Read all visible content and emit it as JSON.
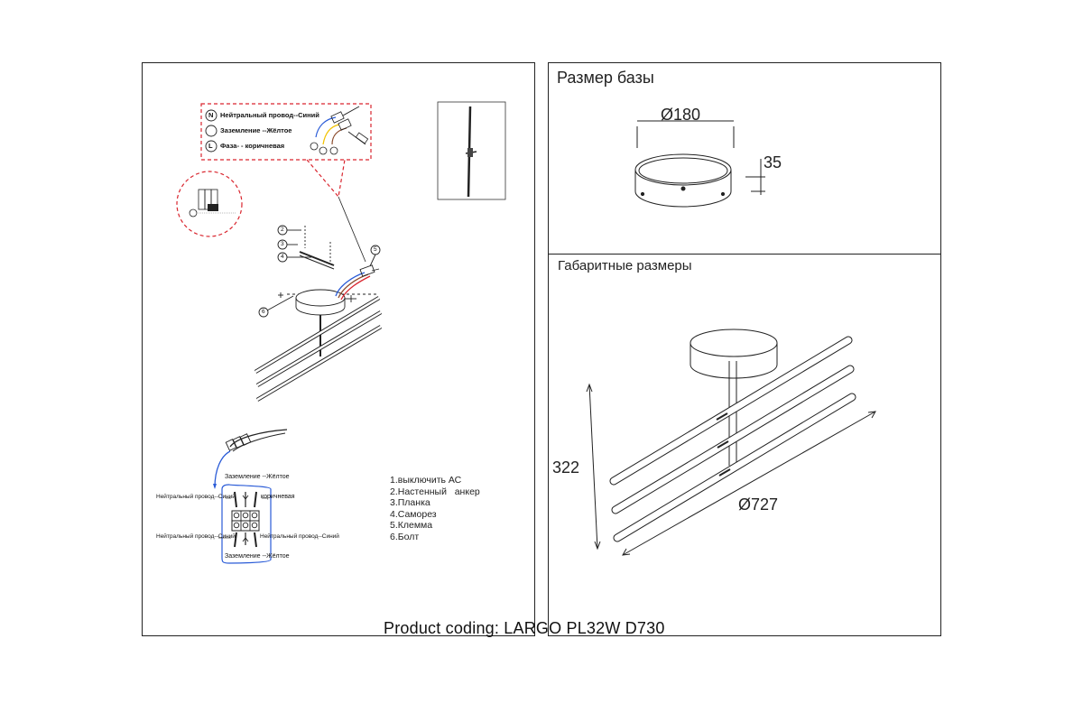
{
  "legend": {
    "neutral_symbol": "N",
    "neutral": "Нейтральный провод--Синий",
    "ground": "Заземление --Жёлтое",
    "phase_symbol": "L",
    "phase": "Фаза- - коричневая"
  },
  "callouts": [
    "2",
    "3",
    "4",
    "5",
    "6"
  ],
  "steps": [
    "1.выключить АС",
    "2.Настенный   анкер",
    "3.Планка",
    "4.Саморез",
    "5.Клемма",
    "6.Болт"
  ],
  "wiring_labels": {
    "ground_top": "Заземление --Жёлтое",
    "neutral_left": "Нейтральный провод--Синий",
    "phase_right": "коричневая",
    "neutral_left2": "Нейтральный провод--Синий",
    "neutral_right": "Нейтральный провод--Синий",
    "ground_bottom": "Заземление --Жёлтое"
  },
  "base_size": {
    "title": "Размер базы",
    "diameter": "Ø180",
    "height": "35"
  },
  "overall_size": {
    "title": "Габаритные размеры",
    "height": "322",
    "diameter": "Ø727"
  },
  "footer": {
    "text": "Product coding:  LARGO PL32W D730"
  },
  "colors": {
    "callout_dashed": "#d9252e",
    "wire_blue": "#2a5bd7",
    "wire_brown": "#8b4a2b",
    "wire_yellow": "#f2c200",
    "line": "#222222"
  }
}
